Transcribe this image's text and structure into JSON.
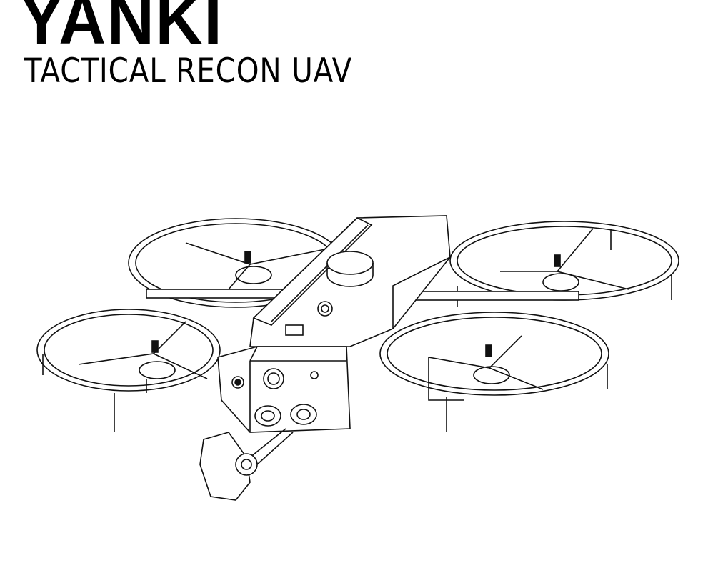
{
  "title": "YANKI",
  "subtitle": "TACTICAL RECON UAV",
  "illustration": {
    "icon": "quadcopter-drone-line-drawing",
    "color": "#111111"
  }
}
